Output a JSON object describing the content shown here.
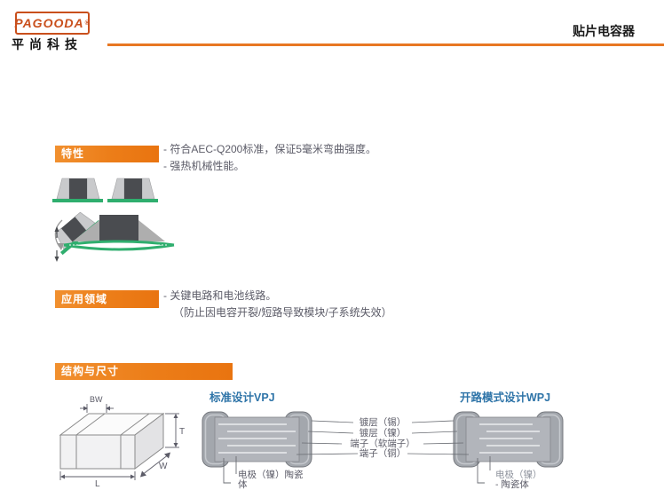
{
  "header": {
    "logo_text": "PAGOODA",
    "logo_reg": "®",
    "company": "平尚科技",
    "page_title": "贴片电容器"
  },
  "sections": {
    "features": {
      "banner": "特性",
      "line1": "- 符合AEC-Q200标准，保证5毫米弯曲强度。",
      "line2": "- 强热机械性能。"
    },
    "applications": {
      "banner": "应用领域",
      "line1": "- 关键电路和电池线路。",
      "line2": "（防止因电容开裂/短路导致模块/子系统失效）"
    },
    "structure": {
      "banner": "结构与尺寸",
      "standard_title": "标准设计VPJ",
      "open_mode_title": "开路模式设计WPJ",
      "dims": {
        "bw": "BW",
        "t": "T",
        "w": "W",
        "l": "L"
      },
      "layers": {
        "tin": "镀层（锡）",
        "nickel": "镀层（镍）",
        "soft_terminal": "端子（软端子）",
        "copper": "端子（铜）"
      },
      "standard_electrode_line1": "电极（镍）陶瓷",
      "standard_electrode_line2": "体",
      "open_electrode_line1": "电极（镍）",
      "open_electrode_line2": "- 陶瓷体"
    }
  },
  "colors": {
    "accent_orange": "#e87722",
    "logo_orange": "#c94f1c",
    "label_blue": "#2e74a8",
    "pcb_green": "#2fae6e",
    "body_gray": "#4a4c50"
  }
}
